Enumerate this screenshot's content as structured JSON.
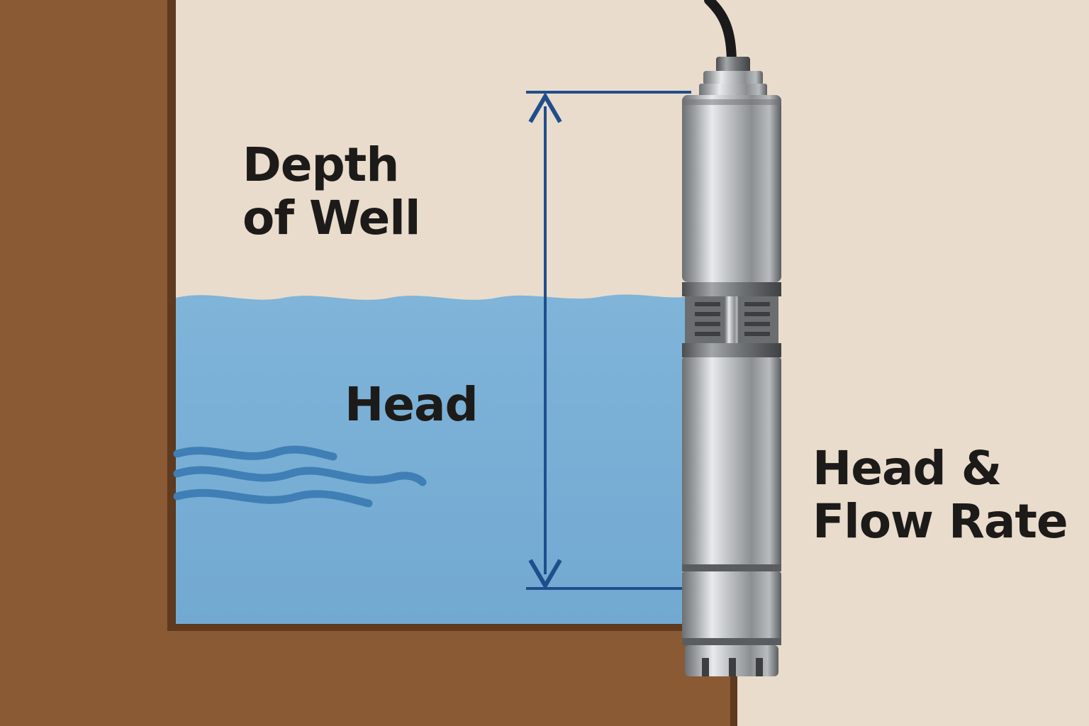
{
  "diagram": {
    "labels": {
      "depth_line1": "Depth",
      "depth_line2": "of Well",
      "head": "Head",
      "flow_line1": "Head &",
      "flow_line2": "Flow Rate"
    },
    "colors": {
      "soil": "#8a5a34",
      "soil_shadow": "#5e3a1e",
      "background": "#e9dccc",
      "water": "#7bb0d6",
      "water_ripple": "#3f7fb5",
      "measure_line": "#1f4e8c",
      "pump_steel": "#a9acaf",
      "cable": "#1a1a1a",
      "text": "#1d1b19"
    },
    "icons": [
      "submersible-pump-icon",
      "measurement-arrow-icon",
      "water-ripple-icon"
    ]
  }
}
